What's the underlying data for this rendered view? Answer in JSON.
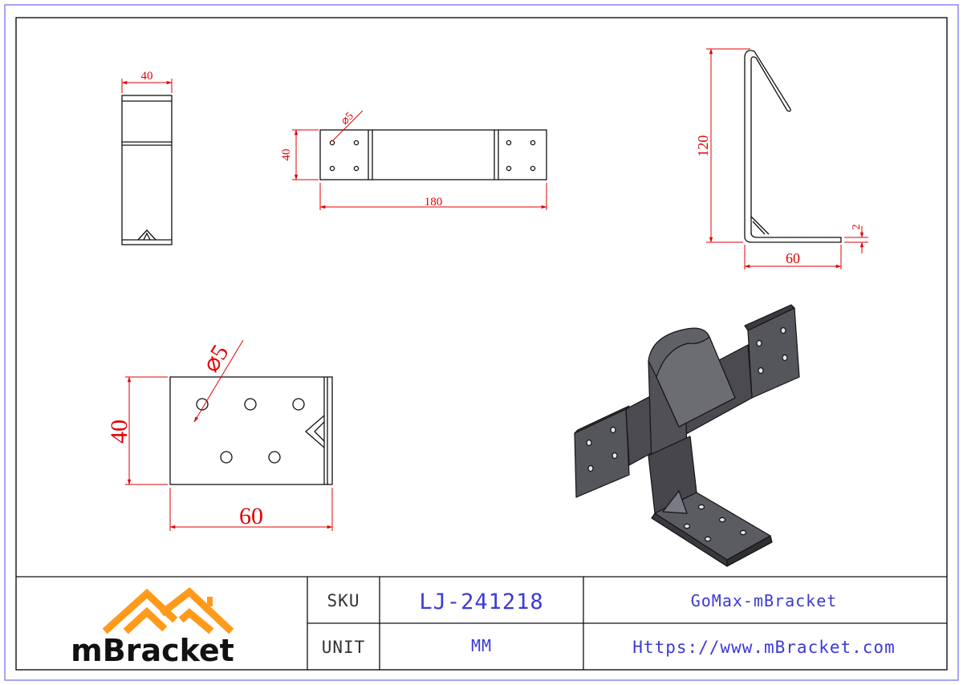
{
  "dimensions": {
    "side_width": "40",
    "top_hole": "⌀5",
    "top_height": "40",
    "top_length": "180",
    "profile_height": "120",
    "profile_thickness": "2",
    "profile_base": "60",
    "base_hole": "⌀5",
    "base_height": "40",
    "base_length": "60"
  },
  "title_block": {
    "logo_text": "mBracket",
    "sku_label": "SKU",
    "sku_value": "LJ-241218",
    "product_name": "GoMax-mBracket",
    "unit_label": "UNIT",
    "unit_value": "MM",
    "website": "Https://www.mBracket.com"
  },
  "colors": {
    "dimension": "#e00000",
    "text_blue": "#3a3ad6",
    "logo_orange": "#ff9a1a",
    "border_blue": "#5a5ae0",
    "metal": "#4a4a50"
  }
}
